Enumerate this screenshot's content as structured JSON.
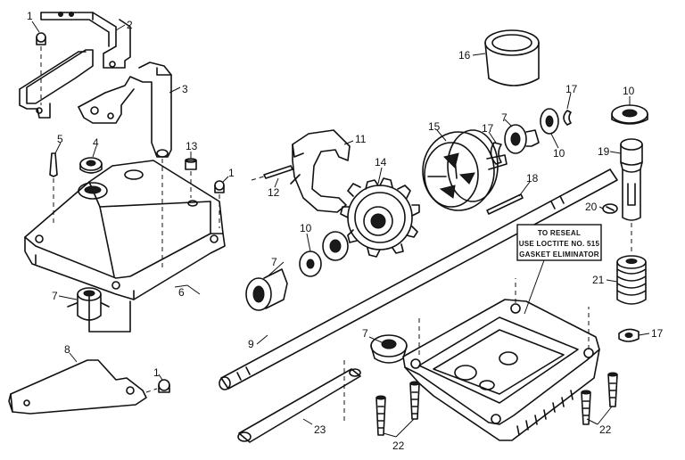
{
  "callouts": [
    {
      "id": "c1a",
      "text": "1"
    },
    {
      "id": "c2",
      "text": "2"
    },
    {
      "id": "c3",
      "text": "3"
    },
    {
      "id": "c5",
      "text": "5"
    },
    {
      "id": "c4",
      "text": "4"
    },
    {
      "id": "c13",
      "text": "13"
    },
    {
      "id": "c1b",
      "text": "1"
    },
    {
      "id": "c6",
      "text": "6"
    },
    {
      "id": "c7a",
      "text": "7"
    },
    {
      "id": "c8",
      "text": "8"
    },
    {
      "id": "c1c",
      "text": "1"
    },
    {
      "id": "c11",
      "text": "11"
    },
    {
      "id": "c12",
      "text": "12"
    },
    {
      "id": "c14",
      "text": "14"
    },
    {
      "id": "c15",
      "text": "15"
    },
    {
      "id": "c16",
      "text": "16"
    },
    {
      "id": "c17a",
      "text": "17"
    },
    {
      "id": "c7b",
      "text": "7"
    },
    {
      "id": "c17b",
      "text": "17"
    },
    {
      "id": "c10a",
      "text": "10"
    },
    {
      "id": "c10b",
      "text": "10"
    },
    {
      "id": "c19",
      "text": "19"
    },
    {
      "id": "c18",
      "text": "18"
    },
    {
      "id": "c20",
      "text": "20"
    },
    {
      "id": "c10c",
      "text": "10"
    },
    {
      "id": "c7c",
      "text": "7"
    },
    {
      "id": "c9",
      "text": "9"
    },
    {
      "id": "c21",
      "text": "21"
    },
    {
      "id": "c17c",
      "text": "17"
    },
    {
      "id": "c7d",
      "text": "7"
    },
    {
      "id": "c23",
      "text": "23"
    },
    {
      "id": "c22a",
      "text": "22"
    },
    {
      "id": "c22b",
      "text": "22"
    }
  ],
  "note": {
    "line1": "TO RESEAL",
    "line2": "USE LOCTITE NO. 515",
    "line3": "GASKET ELIMINATOR"
  }
}
